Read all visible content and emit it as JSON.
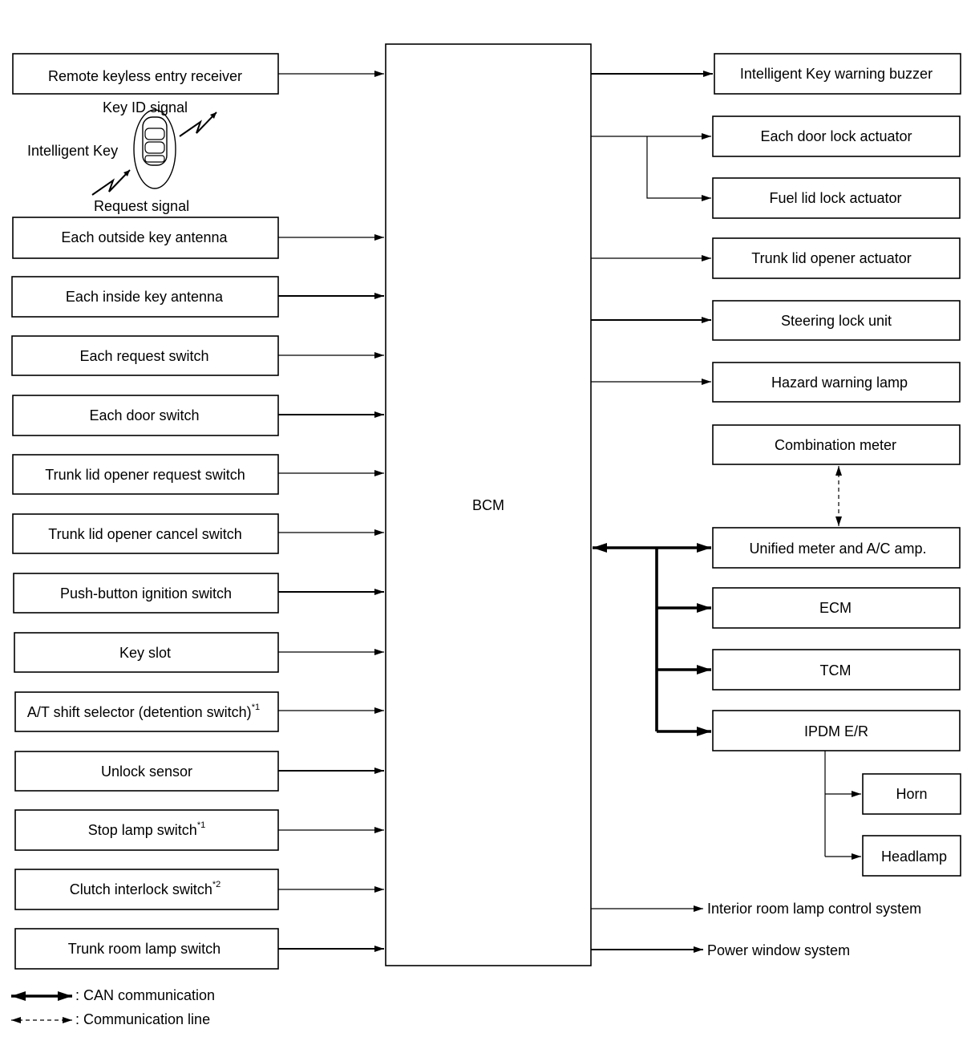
{
  "center": {
    "label": "BCM"
  },
  "inputs": {
    "remote_receiver": "Remote keyless entry receiver",
    "outside_antenna": "Each outside key antenna",
    "inside_antenna": "Each inside key antenna",
    "request_switch": "Each request switch",
    "door_switch": "Each door switch",
    "trunk_request": "Trunk lid opener request switch",
    "trunk_cancel": "Trunk lid opener cancel switch",
    "push_button": "Push-button ignition switch",
    "key_slot": "Key slot",
    "at_selector": "A/T shift selector (detention switch)",
    "at_selector_sup": "*1",
    "unlock_sensor": "Unlock sensor",
    "stop_lamp": "Stop lamp switch",
    "stop_lamp_sup": "*1",
    "clutch_interlock": "Clutch interlock switch",
    "clutch_interlock_sup": "*2",
    "trunk_room_lamp": "Trunk room lamp switch"
  },
  "key": {
    "id_signal": "Key ID signal",
    "name": "Intelligent Key",
    "request_signal": "Request signal"
  },
  "outputs": {
    "warning_buzzer": "Intelligent Key warning buzzer",
    "door_lock": "Each door lock actuator",
    "fuel_lid": "Fuel lid lock actuator",
    "trunk_opener": "Trunk lid opener actuator",
    "steering_lock": "Steering lock unit",
    "hazard": "Hazard warning lamp",
    "combination_meter": "Combination meter",
    "unified_meter": "Unified meter and A/C amp.",
    "ecm": "ECM",
    "tcm": "TCM",
    "ipdm": "IPDM E/R",
    "horn": "Horn",
    "headlamp": "Headlamp",
    "interior_lamp": "Interior room lamp control system",
    "power_window": "Power window system"
  },
  "legend": {
    "can": ": CAN communication",
    "comm": ": Communication line"
  }
}
